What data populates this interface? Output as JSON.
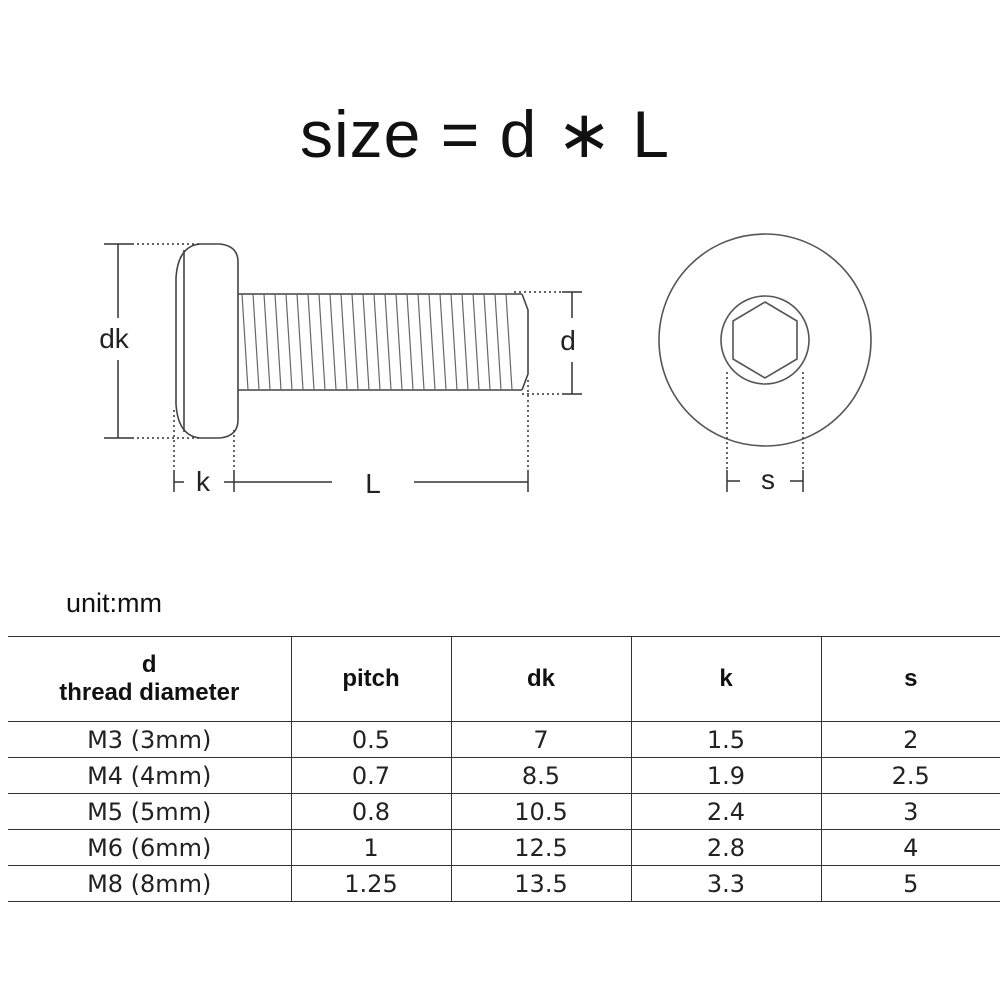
{
  "title": {
    "formula": "size = d ∗ L"
  },
  "diagram": {
    "labels": {
      "dk": "dk",
      "d": "d",
      "k": "k",
      "L": "L",
      "s": "s"
    },
    "icons": {
      "side_view": "screw-side-view-icon",
      "top_view": "screw-head-top-view-icon"
    }
  },
  "unit": "unit:mm",
  "table": {
    "headers": {
      "d_line1": "d",
      "d_line2": "thread diameter",
      "pitch": "pitch",
      "dk": "dk",
      "k": "k",
      "s": "s"
    },
    "rows": [
      [
        "M3 (3mm)",
        "0.5",
        "7",
        "1.5",
        "2"
      ],
      [
        "M4 (4mm)",
        "0.7",
        "8.5",
        "1.9",
        "2.5"
      ],
      [
        "M5 (5mm)",
        "0.8",
        "10.5",
        "2.4",
        "3"
      ],
      [
        "M6 (6mm)",
        "1",
        "12.5",
        "2.8",
        "4"
      ],
      [
        "M8 (8mm)",
        "1.25",
        "13.5",
        "3.3",
        "5"
      ]
    ]
  }
}
